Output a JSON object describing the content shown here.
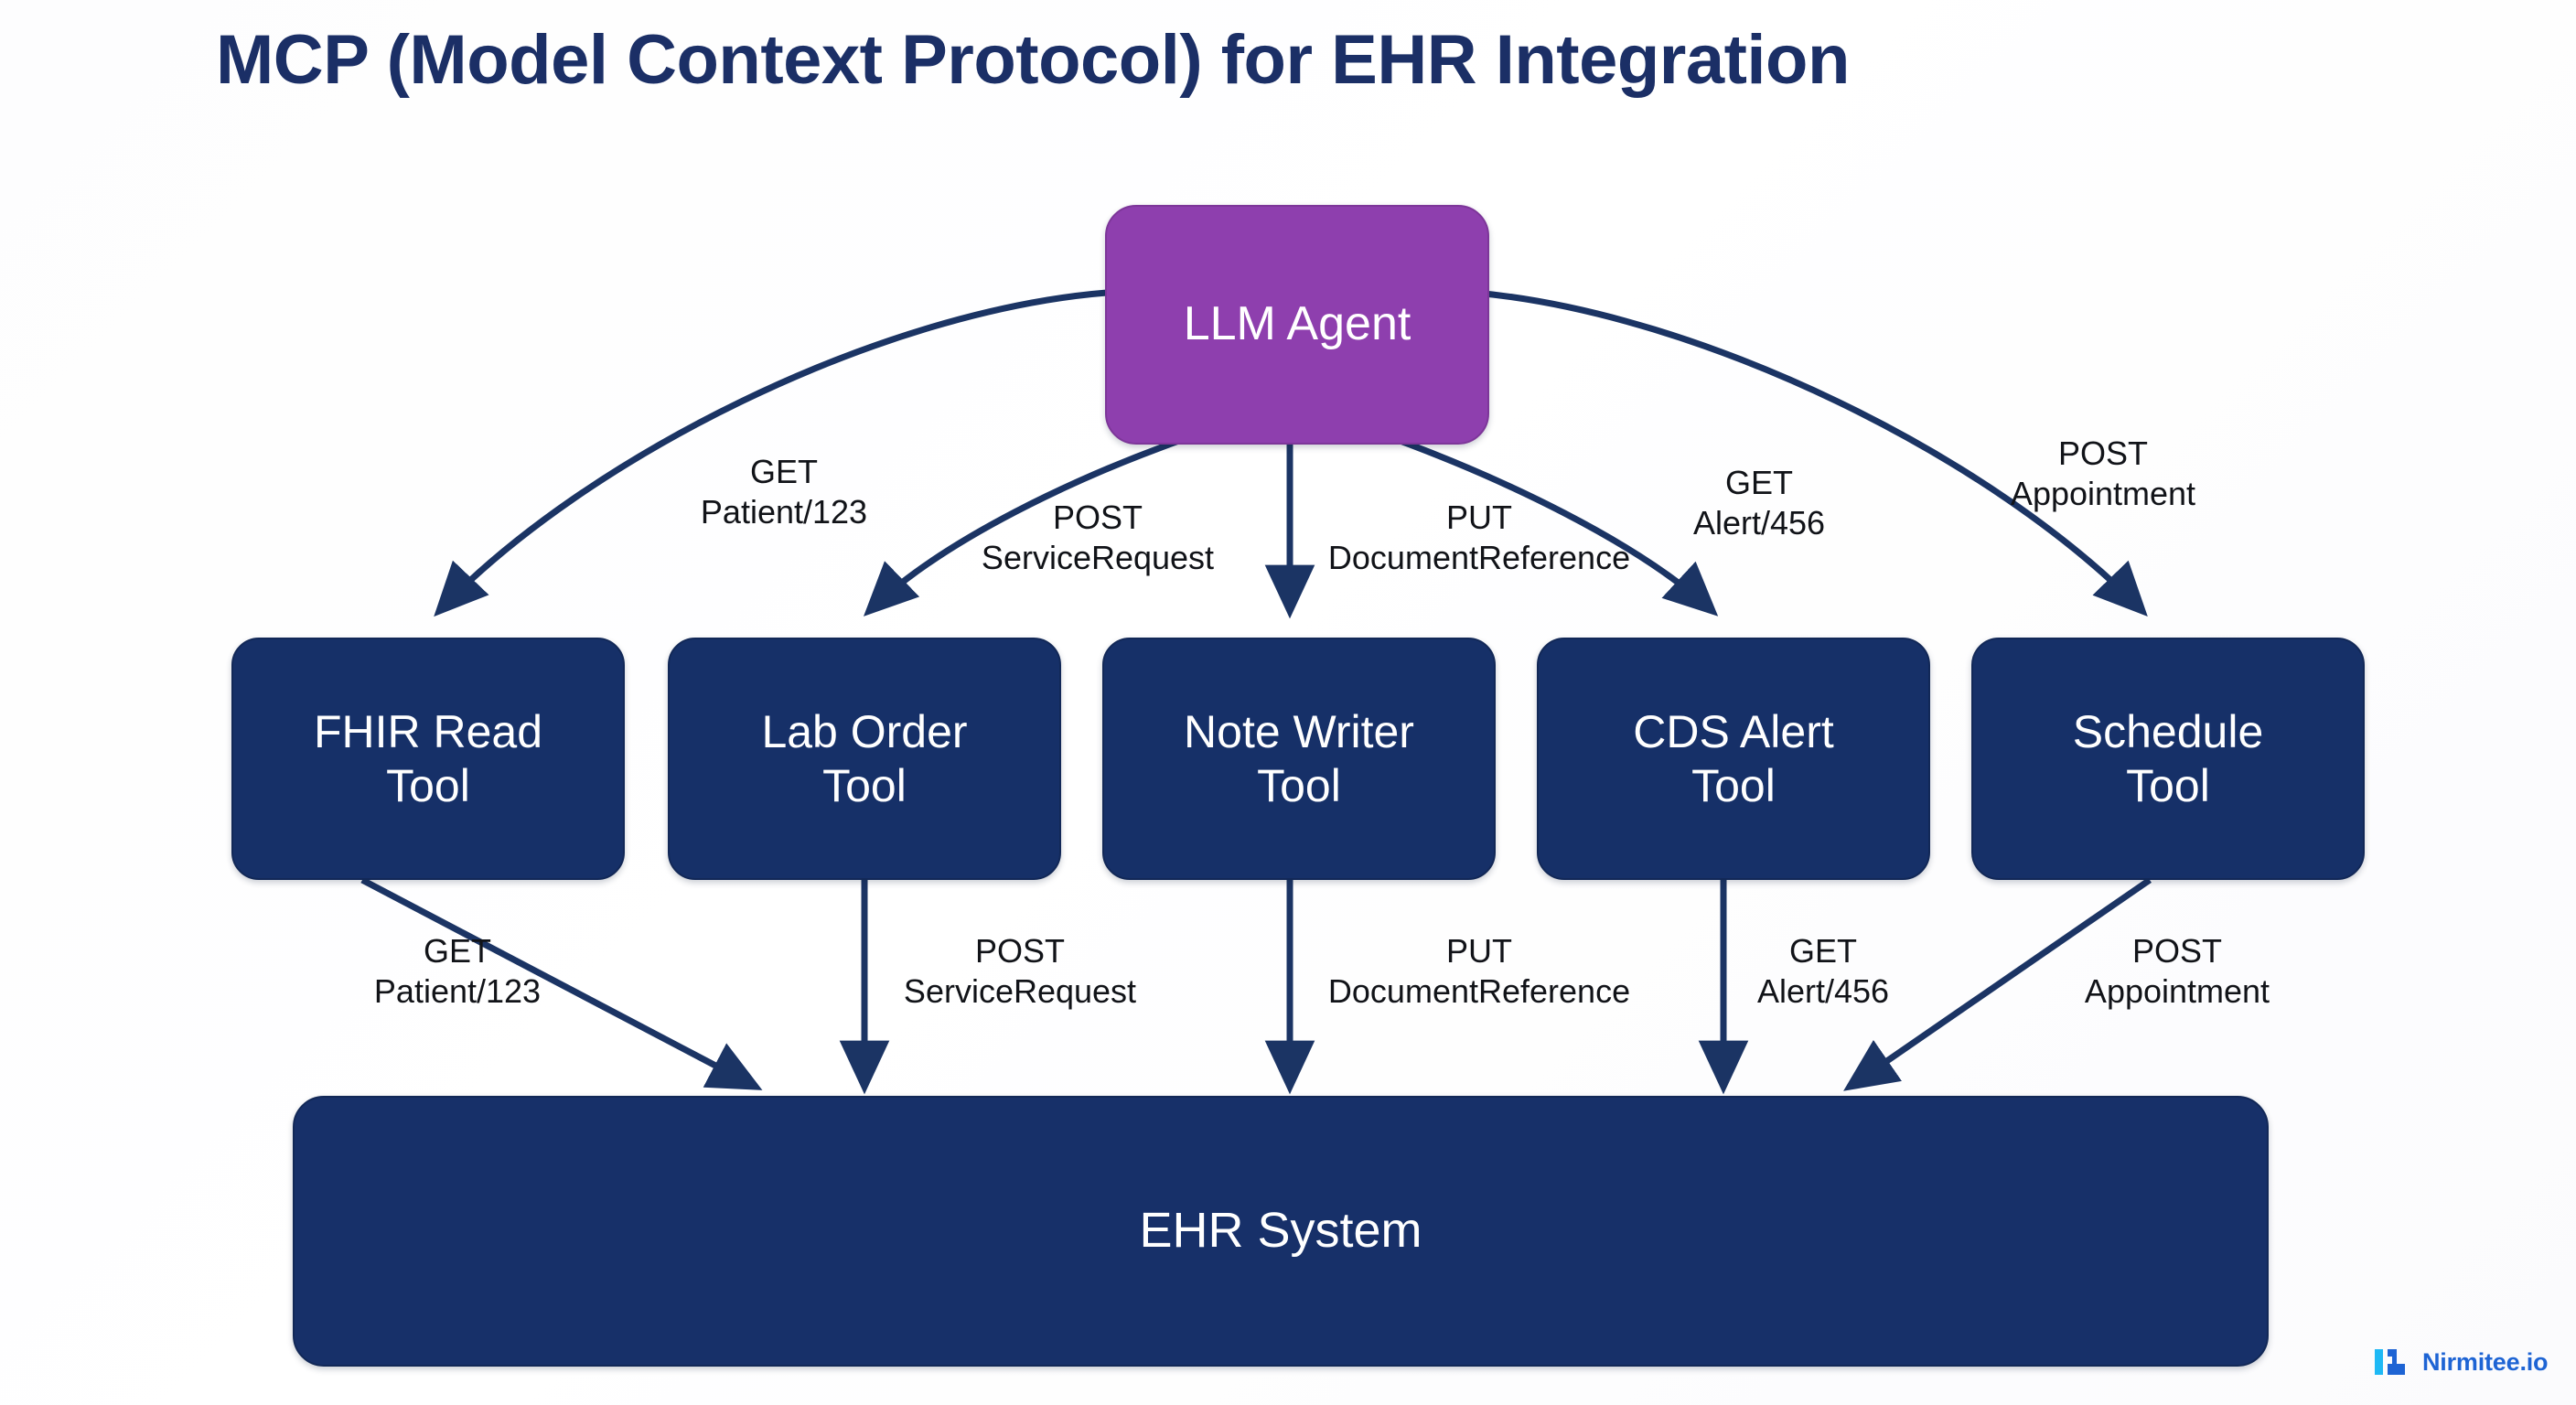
{
  "title": "MCP (Model Context Protocol) for EHR Integration",
  "theme": {
    "background": "#ffffff",
    "title_color": "#1b2f66",
    "agent_fill": "#8e3fae",
    "tool_fill": "#163068",
    "system_fill": "#173069",
    "edge_color": "#1b3464",
    "label_color": "#111318",
    "logo_cyan": "#1eb9f5",
    "logo_blue": "#1e64d4"
  },
  "agent": {
    "label": "LLM Agent"
  },
  "tools": [
    {
      "label": "FHIR Read\nTool"
    },
    {
      "label": "Lab Order\nTool"
    },
    {
      "label": "Note Writer\nTool"
    },
    {
      "label": "CDS Alert\nTool"
    },
    {
      "label": "Schedule\nTool"
    }
  ],
  "system": {
    "label": "EHR System"
  },
  "agent_to_tool_labels": [
    {
      "text": "GET\nPatient/123"
    },
    {
      "text": "POST\nServiceRequest"
    },
    {
      "text": "PUT\nDocumentReference"
    },
    {
      "text": "GET\nAlert/456"
    },
    {
      "text": "POST\nAppointment"
    }
  ],
  "tool_to_system_labels": [
    {
      "text": "GET\nPatient/123"
    },
    {
      "text": "POST\nServiceRequest"
    },
    {
      "text": "PUT\nDocumentReference"
    },
    {
      "text": "GET\nAlert/456"
    },
    {
      "text": "POST\nAppointment"
    }
  ],
  "logo": {
    "text": "Nirmitee.io",
    "mark": "nirmitee-logo-icon"
  }
}
